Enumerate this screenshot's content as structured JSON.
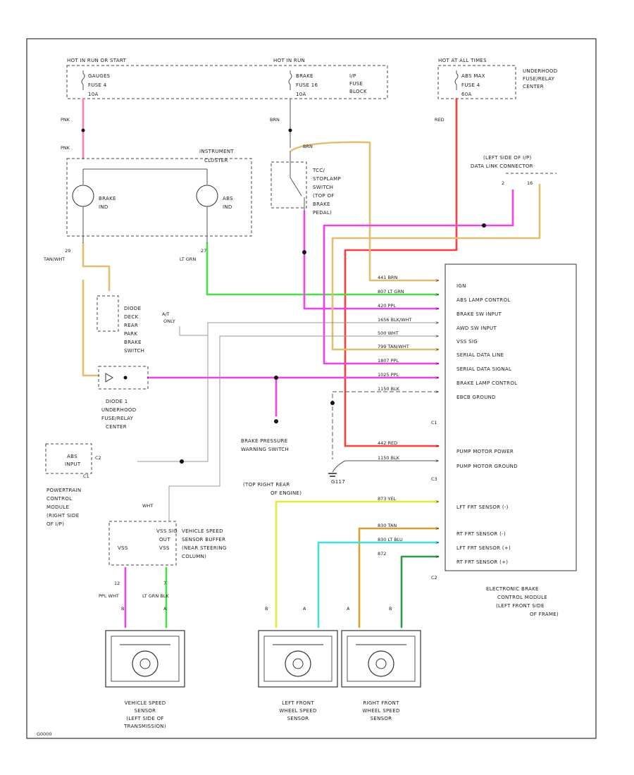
{
  "colors": {
    "pink": "#ff7fa6",
    "red": "#ff3b3b",
    "tan": "#e0c070",
    "tan_dark": "#c8a658",
    "green": "#46e046",
    "magenta": "#f040f0",
    "yellow": "#e6e63c",
    "cyan": "#40dede",
    "orange": "#d8a030",
    "dark_green": "#2c9c4c",
    "black": "#222222",
    "gray": "#9a9a9a"
  },
  "fuses": {
    "run_start": {
      "supply": "HOT IN RUN OR START",
      "name": "GAUGES",
      "fuse": "FUSE 4",
      "amp": "10A"
    },
    "run": {
      "supply": "HOT IN RUN",
      "name": "BRAKE",
      "fuse": "FUSE 16",
      "amp": "10A"
    },
    "ip_block": "I/P FUSE BLOCK",
    "hot_all": {
      "supply": "HOT AT ALL TIMES",
      "name": "ABS MAX",
      "fuse": "FUSE 4",
      "amp": "60A"
    },
    "underhood": "UNDERHOOD FUSE/RELAY CENTER"
  },
  "wires": {
    "pnk_1": "PNK",
    "pnk_2": "PNK",
    "brn": "BRN",
    "red": "RED",
    "brn_switch": "BRN",
    "tan_wht": "TAN/WHT",
    "lt_grn": "LT GRN",
    "ppl": "PPL",
    "blk_wht": "BLK/WHT",
    "ppl_2": "PPL",
    "tan": "TAN",
    "blk_wht_2": "BLK/WHT",
    "blk": "BLK",
    "ppl_wht": "PPL WHT",
    "lt_grn_blk": "LT GRN BLK",
    "yel": "YEL",
    "lt_blu": "LT BLU",
    "tan_org": "TAN",
    "grn": "GRN"
  },
  "cluster": {
    "title_1": "INSTRUMENT",
    "title_2": "CLUSTER",
    "brake_ind": [
      "BRAKE",
      "IND"
    ],
    "abs_ind": [
      "ABS",
      "IND"
    ],
    "pin_brake": "29",
    "pin_abs": "27",
    "wire_brake": "TAN/WHT",
    "wire_abs": "LT GRN"
  },
  "stoplamp": [
    "TCC/",
    "STOPLAMP",
    "SWITCH",
    "(TOP OF",
    "BRAKE",
    "PEDAL)"
  ],
  "dlc": {
    "lines": [
      "(LEFT SIDE OF I/P)",
      "DATA LINK CONNECTOR"
    ],
    "pin_a": "2",
    "pin_b": "16"
  },
  "park_switch": [
    "DIODE",
    "DECK",
    "REAR",
    "PARK",
    "BRAKE",
    "SWITCH"
  ],
  "diode": [
    "DIODE 1",
    "UNDERHOOD",
    "FUSE/RELAY",
    "CENTER"
  ],
  "at_label": [
    "A/T",
    "ONLY"
  ],
  "pcm": {
    "box_lines": [
      "ABS",
      "INPUT"
    ],
    "pin": "C2",
    "connector": "C1",
    "lines": [
      "POWERTRAIN",
      "CONTROL",
      "MODULE",
      "(RIGHT SIDE",
      "OF I/P)"
    ]
  },
  "brake_pressure": [
    "BRAKE PRESSURE",
    "WARNING SWITCH"
  ],
  "ground": {
    "name": "G117",
    "lines": [
      "(TOP RIGHT REAR",
      "OF ENGINE)"
    ]
  },
  "vss_buffer": {
    "wire": "WHT",
    "inner": [
      "VSS SIG",
      "OUT",
      "VSS"
    ],
    "lines": [
      "VEHICLE SPEED",
      "SENSOR BUFFER",
      "(NEAR STEERING",
      "COLUMN)"
    ],
    "pins": [
      "12",
      "7"
    ],
    "left_pin": "VSS"
  },
  "ebcm": {
    "rows": [
      {
        "wire": "441 BRN",
        "label": "IGN"
      },
      {
        "wire": "807 LT GRN",
        "label": "ABS LAMP CONTROL"
      },
      {
        "wire": "420 PPL",
        "label": "BRAKE SW INPUT"
      },
      {
        "wire": "1656 BLK/WHT",
        "label": "AWD SW INPUT"
      },
      {
        "wire": "500 WHT",
        "label": "VSS SIG"
      },
      {
        "wire": "799 TAN/WHT",
        "label": "SERIAL DATA LINE"
      },
      {
        "wire": "1807 PPL",
        "label": "SERIAL DATA SIGNAL"
      },
      {
        "wire": "1025 PPL",
        "label": "BRAKE LAMP CONTROL"
      },
      {
        "wire": "1150 BLK",
        "label": "EBCB GROUND"
      },
      {
        "wire": "",
        "label": ""
      },
      {
        "wire": "442 RED",
        "label": "PUMP MOTOR POWER"
      },
      {
        "wire": "1150 BLK",
        "label": "PUMP MOTOR GROUND"
      },
      {
        "wire": "",
        "label": ""
      },
      {
        "wire": "873 YEL",
        "label": "LFT FRT SENSOR (-)"
      },
      {
        "wire": "830 TAN",
        "label": "RT FRT SENSOR (-)"
      },
      {
        "wire": "830 LT BLU",
        "label": "LFT FRT SENSOR (+)"
      },
      {
        "wire": "872",
        "label": "RT FRT SENSOR (+)"
      }
    ],
    "connectors": [
      "C1",
      "C2",
      "C3"
    ],
    "title": [
      "ELECTRONIC BRAKE",
      "CONTROL MODULE",
      "(LEFT FRONT SIDE",
      "OF FRAME)"
    ]
  },
  "sensors": [
    {
      "pins": [
        "B",
        "A"
      ],
      "lines": [
        "VEHICLE SPEED",
        "SENSOR",
        "(LEFT SIDE OF",
        "TRANSMISSION)"
      ]
    },
    {
      "pins": [
        "B",
        "A"
      ],
      "lines": [
        "LEFT FRONT",
        "WHEEL SPEED",
        "SENSOR"
      ]
    },
    {
      "pins": [
        "A",
        "B"
      ],
      "lines": [
        "RIGHT FRONT",
        "WHEEL SPEED",
        "SENSOR"
      ]
    }
  ],
  "footer": "G0000"
}
